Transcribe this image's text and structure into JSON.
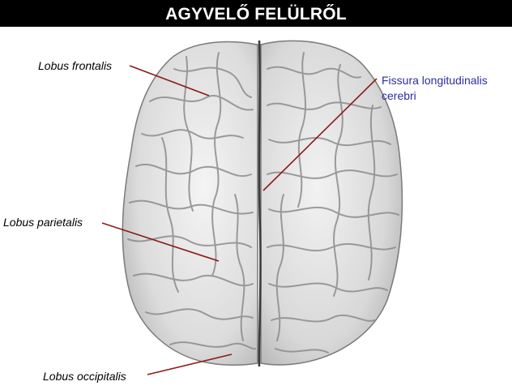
{
  "title": "AGYVELŐ FELÜLRŐL",
  "labels": {
    "frontalis": "Lobus frontalis",
    "parietalis": "Lobus parietalis",
    "occipitalis": "Lobus occipitalis",
    "fissura_line1": "Fissura longitudinalis",
    "fissura_line2": "cerebri"
  },
  "colors": {
    "title_background": "#000000",
    "title_text": "#ffffff",
    "fissura_text": "#2d2da0",
    "leader_line": "#8b1a1a"
  }
}
